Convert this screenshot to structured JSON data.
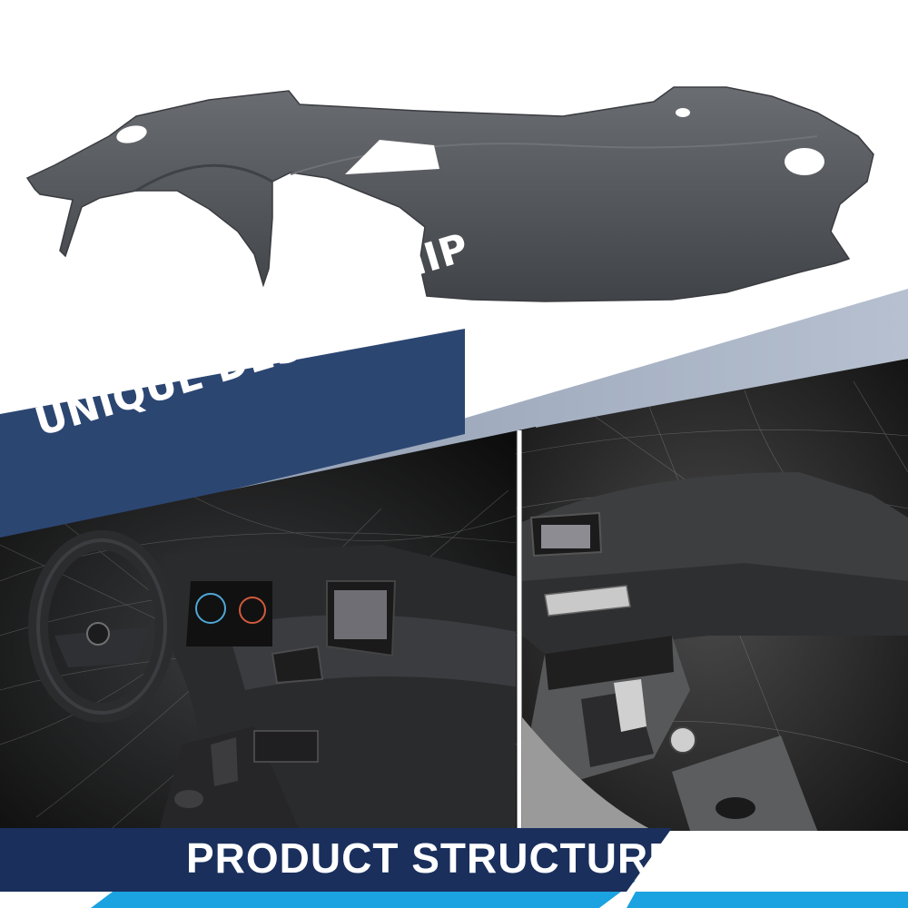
{
  "banner": {
    "line_1": "FINE WORKMANSHIP",
    "line_2": "UNIQUE DESIGN"
  },
  "footer": {
    "label": "PRODUCT STRUCTURE"
  },
  "colors": {
    "cover_gray": "#55585c",
    "banner_navy": "#2c4672",
    "stripe_light": "#a9b4c6",
    "footer_navy": "#1a2f5c",
    "footer_accent": "#1aa3e0",
    "scene_dark": "#141414"
  },
  "icons": [
    "dashboard-cover-product",
    "steering-wheel",
    "instrument-cluster",
    "infotainment-screen",
    "gear-shifter"
  ]
}
